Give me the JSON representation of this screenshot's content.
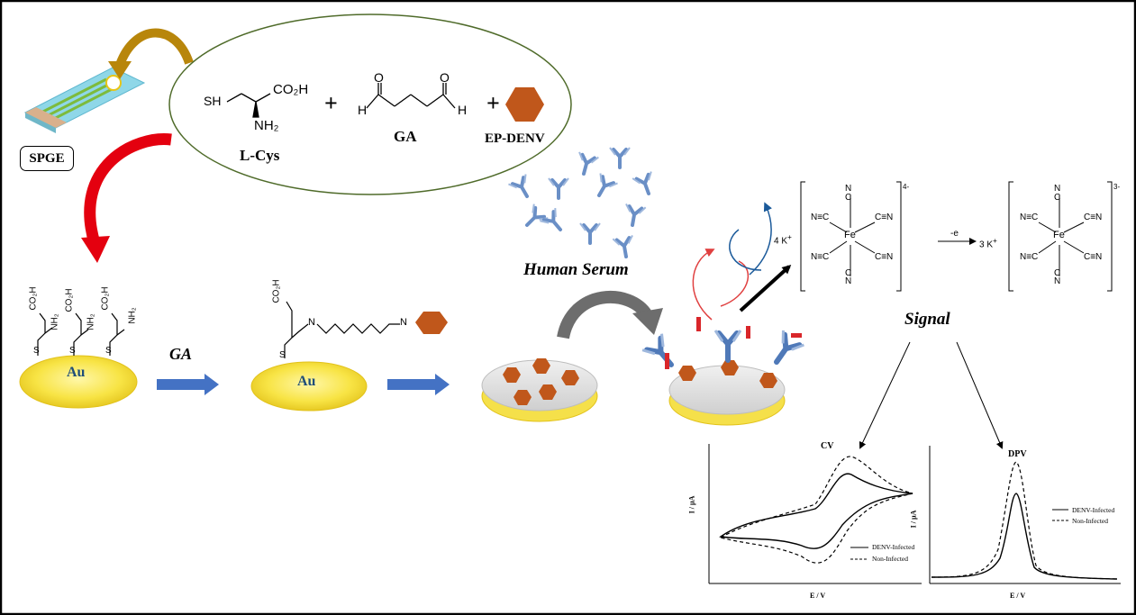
{
  "labels": {
    "spge": "SPGE",
    "lcys": "L-Cys",
    "ga_top": "GA",
    "ep_denv": "EP-DENV",
    "ga_arrow": "GA",
    "au1": "Au",
    "au2": "Au",
    "human_serum": "Human Serum",
    "signal": "Signal",
    "plus": "+",
    "electron": "-e",
    "k4": "4 K",
    "k3": "3 K",
    "charge4": "4-",
    "charge3": "3-"
  },
  "chem_text": {
    "sh": "SH",
    "co2h": "CO₂H",
    "nh2": "NH₂",
    "h": "H",
    "o": "O",
    "fe": "Fe",
    "cn": "CN",
    "nc": "N≡C",
    "c_n": "C≡N",
    "s": "S",
    "n": "N"
  },
  "chart_data": [
    {
      "type": "line",
      "title": "CV",
      "xlabel": "E / V",
      "ylabel": "I / µA",
      "series": [
        {
          "name": "DENV-Infected",
          "style": "solid"
        },
        {
          "name": "Non-Infected",
          "style": "dashed"
        }
      ]
    },
    {
      "type": "line",
      "title": "DPV",
      "xlabel": "E / V",
      "ylabel": "I / µA",
      "series": [
        {
          "name": "DENV-Infected",
          "style": "solid"
        },
        {
          "name": "Non-Infected",
          "style": "dashed"
        }
      ]
    }
  ],
  "colors": {
    "frame": "#000000",
    "ellipse_border": "#4f6b2a",
    "gold_fill": "#f5e04a",
    "gold_edge": "#e8c516",
    "peptide": "#c0571b",
    "arrow_blue": "#4472c4",
    "antibody": "#6a8fc6",
    "antibody_red": "#d9262a",
    "red_arrow": "#e4000f",
    "olive_arrow": "#b8860b",
    "grey_arrow": "#6d6d6d",
    "redox_blue": "#1b5a9a",
    "redox_red": "#e04040",
    "electrode_strip": "#8fd7e8",
    "electrode_track": "#7dbb3c"
  },
  "icons": [
    "electrode-strip-icon",
    "peptide-hexagon-icon",
    "antibody-icon",
    "gold-electrode-icon"
  ]
}
